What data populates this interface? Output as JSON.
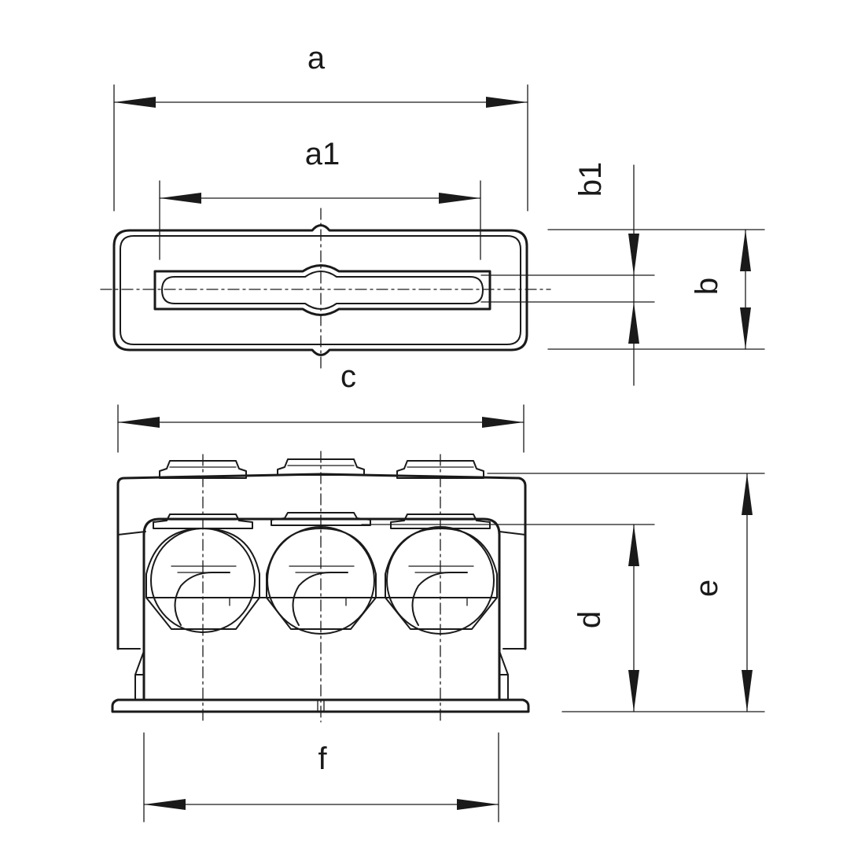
{
  "labels": {
    "a": "a",
    "a1": "a1",
    "b": "b",
    "b1": "b1",
    "c": "c",
    "d": "d",
    "e": "e",
    "f": "f"
  },
  "colors": {
    "line": "#1a1a1a",
    "background": "#ffffff"
  }
}
